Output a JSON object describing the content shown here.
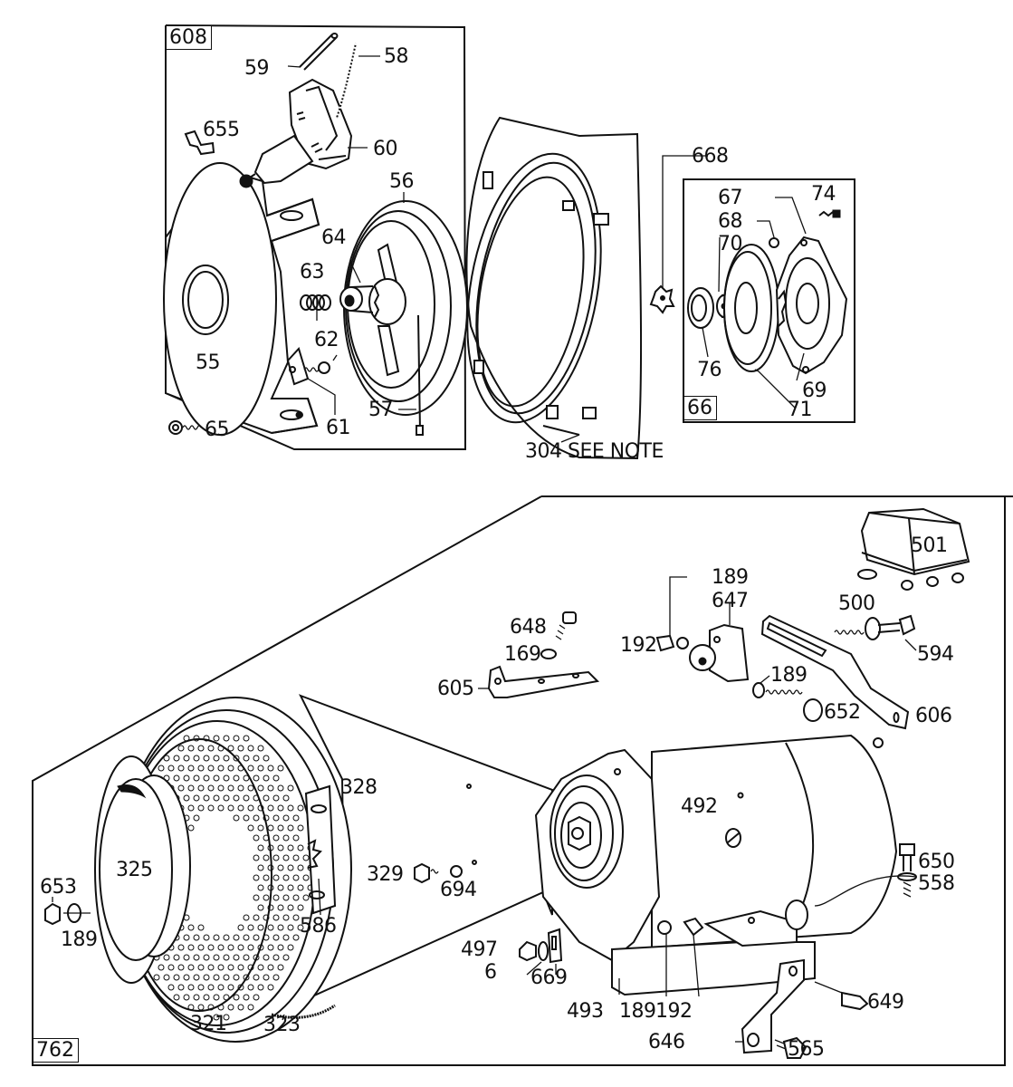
{
  "diagram": {
    "title": "Rewind starter, blower housing, starter-generator exploded parts view",
    "groups": {
      "rewind_starter": "608",
      "starter_clutch": "66",
      "starter_generator": "762"
    },
    "note_label": "304 SEE NOTE",
    "top_left_labels": {
      "p59": "59",
      "p58": "58",
      "p655": "655",
      "p60": "60",
      "p56": "56",
      "p64": "64",
      "p63": "63",
      "p55": "55",
      "p62": "62",
      "p61": "61",
      "p57": "57",
      "p65": "65"
    },
    "top_right_labels": {
      "p668": "668",
      "p67": "67",
      "p74": "74",
      "p68": "68",
      "p70": "70",
      "p76": "76",
      "p69": "69",
      "p71": "71"
    },
    "bottom_labels": {
      "p501": "501",
      "p189a": "189",
      "p647": "647",
      "p648": "648",
      "p169": "169",
      "p192a": "192",
      "p500": "500",
      "p594": "594",
      "p605": "605",
      "p189b": "189",
      "p652": "652",
      "p606": "606",
      "p328": "328",
      "p492": "492",
      "p325": "325",
      "p329": "329",
      "p694": "694",
      "p653": "653",
      "p189c": "189",
      "p586": "586",
      "p650": "650",
      "p558": "558",
      "p497": "497",
      "p6": "6",
      "p669": "669",
      "p321": "321",
      "p323": "323",
      "p493": "493",
      "p189d": "189",
      "p192b": "192",
      "p649": "649",
      "p646": "646",
      "p565": "565"
    }
  }
}
